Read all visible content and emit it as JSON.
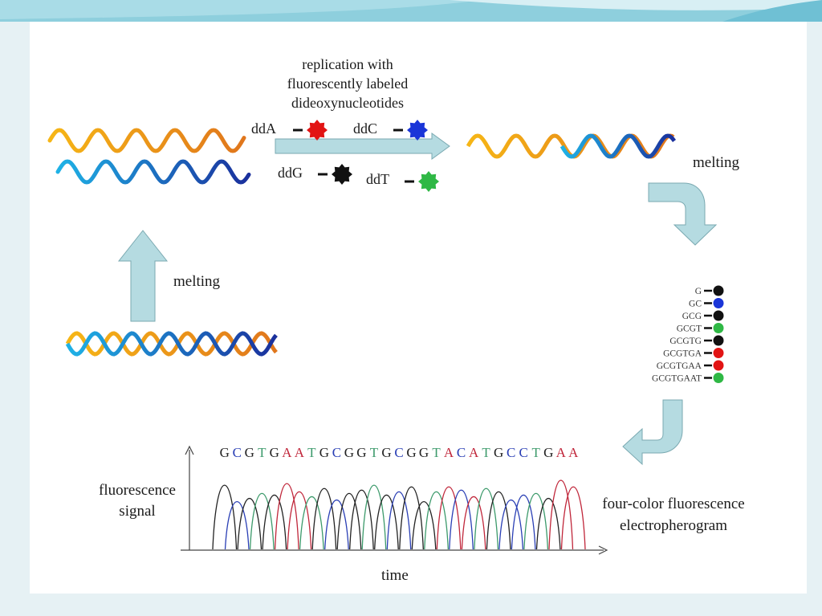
{
  "diagram": {
    "replication_label": [
      "replication with",
      "fluorescently labeled",
      "dideoxynucleotides"
    ],
    "nucleotides": [
      {
        "label": "ddA",
        "color": "#e21414"
      },
      {
        "label": "ddC",
        "color": "#1a35d8"
      },
      {
        "label": "ddG",
        "color": "#111111"
      },
      {
        "label": "ddT",
        "color": "#2fb845"
      }
    ],
    "melting_left": "melting",
    "melting_right": "melting",
    "fragments": [
      {
        "seq": "G",
        "color": "#111111"
      },
      {
        "seq": "GC",
        "color": "#1a35d8"
      },
      {
        "seq": "GCG",
        "color": "#111111"
      },
      {
        "seq": "GCGT",
        "color": "#2fb845"
      },
      {
        "seq": "GCGTG",
        "color": "#111111"
      },
      {
        "seq": "GCGTGA",
        "color": "#e21414"
      },
      {
        "seq": "GCGTGAA",
        "color": "#e21414"
      },
      {
        "seq": "GCGTGAAT",
        "color": "#2fb845"
      }
    ],
    "sequence": "GCGTGAATGCGGTGCGGTACATGCCTGAA",
    "y_label": [
      "fluorescence",
      "signal"
    ],
    "x_label": "time",
    "electropherogram_label": [
      "four-color fluorescence",
      "electropherogram"
    ],
    "colors": {
      "A": "#c0263a",
      "C": "#2a3fb5",
      "G": "#222222",
      "T": "#3c9a6b",
      "arrow": "#b5dbe1"
    }
  }
}
